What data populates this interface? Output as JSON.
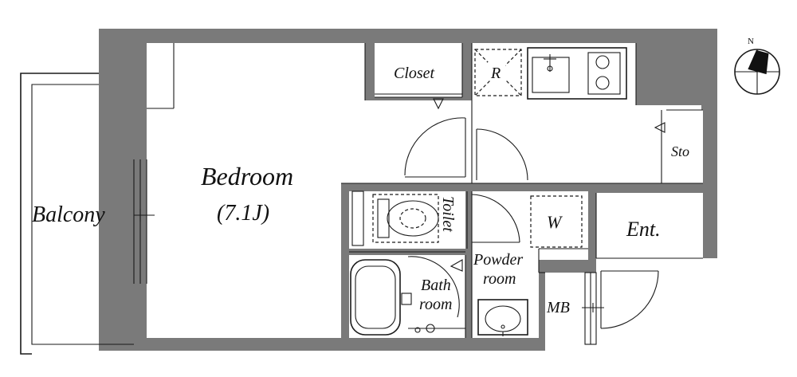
{
  "labels": {
    "bedroom": "Bedroom",
    "bedroom_size": "(7.1J)",
    "balcony": "Balcony",
    "closet": "Closet",
    "refrigerator": "R",
    "storage": "Sto",
    "toilet": "Toilet",
    "washer": "W",
    "entrance": "Ent.",
    "powder_room_line1": "Powder",
    "powder_room_line2": "room",
    "bath_room_line1": "Bath",
    "bath_room_line2": "room",
    "meter_box": "MB"
  },
  "compass": {
    "north": "N"
  },
  "colors": {
    "wall": "#7a7a7a",
    "line": "#1a1a1a",
    "background": "#ffffff"
  }
}
